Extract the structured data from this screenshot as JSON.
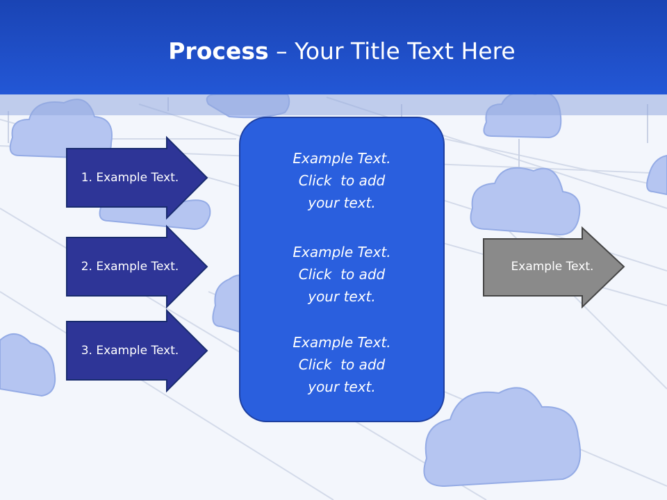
{
  "title": {
    "bold": "Process",
    "rest": " – Your Title Text Here"
  },
  "left_arrows": [
    {
      "label": "1. Example Text."
    },
    {
      "label": "2. Example Text."
    },
    {
      "label": "3. Example Text."
    }
  ],
  "center_box": {
    "items": [
      {
        "line1": "Example Text.",
        "line2": "Click  to add",
        "line3": "your text."
      },
      {
        "line1": "Example Text.",
        "line2": "Click  to add",
        "line3": "your text."
      },
      {
        "line1": "Example Text.",
        "line2": "Click  to add",
        "line3": "your text."
      }
    ]
  },
  "right_arrow": {
    "label": "Example Text."
  },
  "colors": {
    "title_bar": "#2357d6",
    "left_arrow_fill": "#2e3597",
    "center_box_fill": "#2a5fde",
    "right_arrow_fill": "#8a8a8a",
    "cloud_fill": "#b3c3f1"
  }
}
